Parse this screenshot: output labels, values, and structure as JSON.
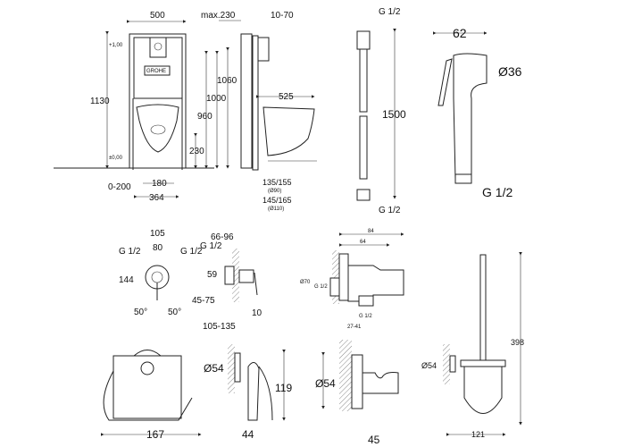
{
  "frame": {
    "width": "500",
    "height_total": "1130",
    "plus_one": "+1,00",
    "zero": "±0,00",
    "h1060": "1060",
    "h1000": "1000",
    "h960": "960",
    "h230": "230",
    "floor_range": "0-200",
    "w180": "180",
    "w364": "364",
    "max_depth": "max.230",
    "wall_range": "10-70",
    "projection": "525",
    "pipe1": "135/155",
    "pipe1_dia": "(Ø90)",
    "pipe2": "145/165",
    "pipe2_dia": "(Ø110)",
    "logo": "GROHE"
  },
  "hose": {
    "thread_top": "G 1/2",
    "length": "1500",
    "thread_bottom": "G 1/2"
  },
  "spray": {
    "width": "62",
    "diameter": "Ø36",
    "thread": "G 1/2"
  },
  "mixer": {
    "w105": "105",
    "w80": "80",
    "thread_left": "G 1/2",
    "thread_right": "G 1/2",
    "h144": "144",
    "angle_left": "50°",
    "angle_right": "50°",
    "depth_range": "66-96",
    "thread_side": "G 1/2",
    "h59": "59",
    "range_45_75": "45-75",
    "d10": "10",
    "range_105_135": "105-135"
  },
  "elbow": {
    "w84": "84",
    "w64": "64",
    "dia70": "Ø70",
    "thread_in": "G 1/2",
    "thread_out": "G 1/2",
    "range": "27-41"
  },
  "brush": {
    "height": "398",
    "dia": "Ø54",
    "width": "121"
  },
  "paper_holder": {
    "width": "167",
    "dia": "Ø54",
    "height": "119",
    "depth": "44"
  },
  "hook": {
    "dia": "Ø54",
    "depth": "45"
  }
}
